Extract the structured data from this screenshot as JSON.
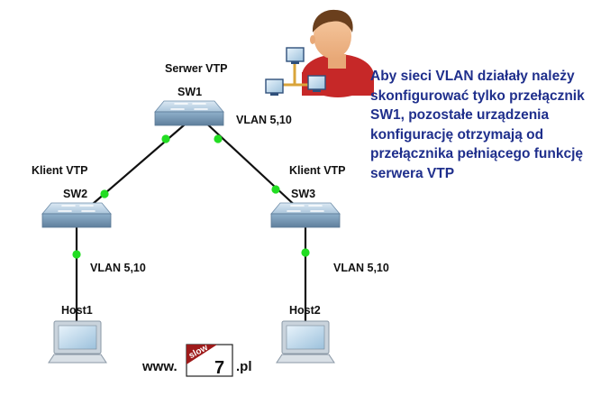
{
  "nodes": {
    "sw1": {
      "name": "SW1",
      "role": "Serwer VTP"
    },
    "sw2": {
      "name": "SW2",
      "role": "Klient VTP"
    },
    "sw3": {
      "name": "SW3",
      "role": "Klient VTP"
    },
    "host1": {
      "name": "Host1"
    },
    "host2": {
      "name": "Host2"
    }
  },
  "vlan_labels": {
    "sw1": "VLAN 5,10",
    "host1_link": "VLAN 5,10",
    "host2_link": "VLAN 5,10"
  },
  "links": [
    {
      "from": "sw1",
      "to": "sw2"
    },
    {
      "from": "sw1",
      "to": "sw3"
    },
    {
      "from": "sw2",
      "to": "host1"
    },
    {
      "from": "sw3",
      "to": "host2"
    }
  ],
  "note_lines": [
    "Aby sieci VLAN działały należy",
    "skonfigurować tylko przełącznik",
    "SW1, pozostałe urządzenia",
    "konfigurację otrzymają od",
    "przełącznika pełniącego funkcję",
    "serwera VTP"
  ],
  "logo": {
    "prefix": "www.",
    "badge_top": "slow",
    "badge_num": "7",
    "suffix": ".pl"
  },
  "colors": {
    "link_dot": "#22dd22",
    "note_text": "#1f2f8c",
    "switch_top": "#b9d3e6",
    "switch_side": "#7b9ab6"
  }
}
